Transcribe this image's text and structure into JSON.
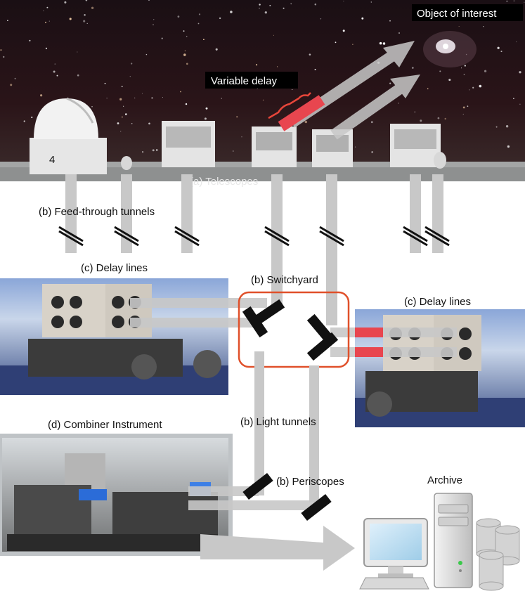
{
  "labels": {
    "object_of_interest": "Object of interest",
    "variable_delay": "Variable delay",
    "telescopes": "(a) Telescopes",
    "feedthrough": "(b) Feed-through tunnels",
    "delay_lines_left": "(c) Delay lines",
    "switchyard": "(b) Switchyard",
    "delay_lines_right": "(c) Delay lines",
    "combiner": "(d) Combiner Instrument",
    "light_tunnels": "(b) Light tunnels",
    "periscopes": "(b) Periscopes",
    "archive": "Archive",
    "telescope_number": "4"
  },
  "colors": {
    "beam": "#c8c8c8",
    "delay_highlight": "#e8464f",
    "switchyard_box": "#e0502a",
    "variable_delay_brace": "#e8463a",
    "mirror": "#111111",
    "sky": "#1c1016",
    "ground": "#9a9c9c"
  }
}
